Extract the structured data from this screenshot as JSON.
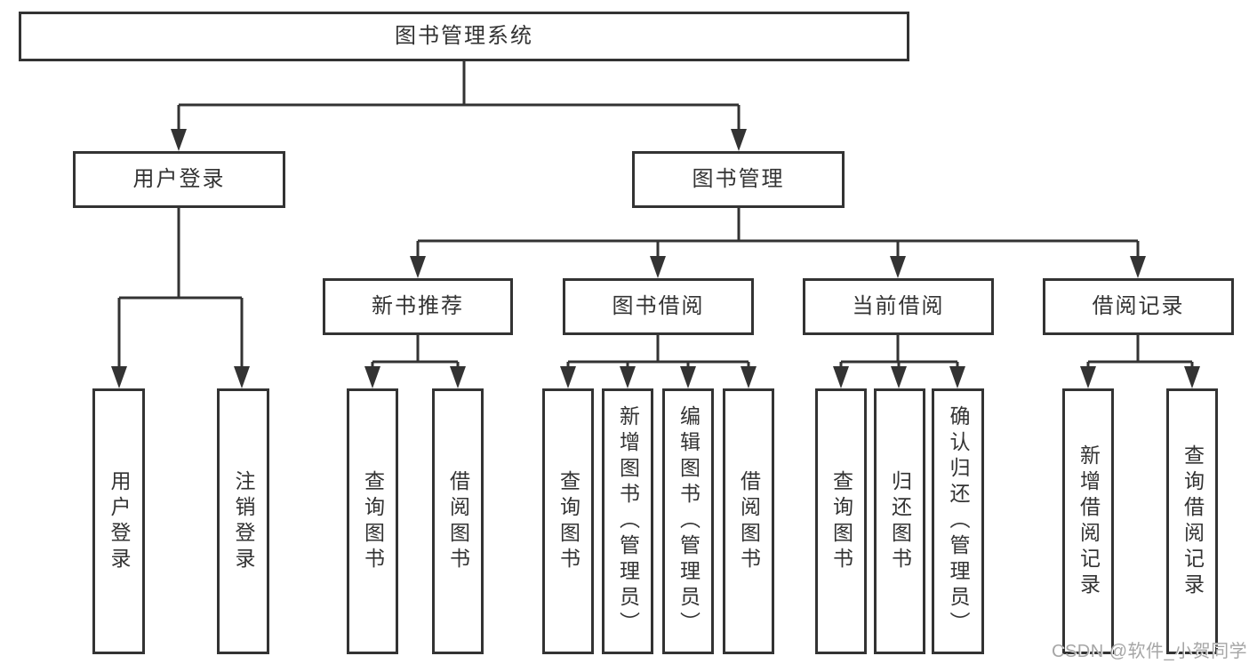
{
  "diagram": {
    "type": "hierarchy-tree",
    "colors": {
      "line": "#333333",
      "text": "#333333",
      "box_fill": "#ffffff",
      "background": "#ffffff",
      "watermark": "#a6a6a6"
    },
    "tree": {
      "label": "图书管理系统",
      "children": [
        {
          "label": "用户登录",
          "children": [
            {
              "label": "用户登录"
            },
            {
              "label": "注销登录"
            }
          ]
        },
        {
          "label": "图书管理",
          "children": [
            {
              "label": "新书推荐",
              "children": [
                {
                  "label": "查询图书"
                },
                {
                  "label": "借阅图书"
                }
              ]
            },
            {
              "label": "图书借阅",
              "children": [
                {
                  "label": "查询图书"
                },
                {
                  "label": "新增图书（管理员）"
                },
                {
                  "label": "编辑图书（管理员）"
                },
                {
                  "label": "借阅图书"
                }
              ]
            },
            {
              "label": "当前借阅",
              "children": [
                {
                  "label": "查询图书"
                },
                {
                  "label": "归还图书"
                },
                {
                  "label": "确认归还（管理员）"
                }
              ]
            },
            {
              "label": "借阅记录",
              "children": [
                {
                  "label": "新增借阅记录"
                },
                {
                  "label": "查询借阅记录"
                }
              ]
            }
          ]
        }
      ]
    },
    "watermark": {
      "text": "CSDN @软件_小贺同学"
    }
  }
}
